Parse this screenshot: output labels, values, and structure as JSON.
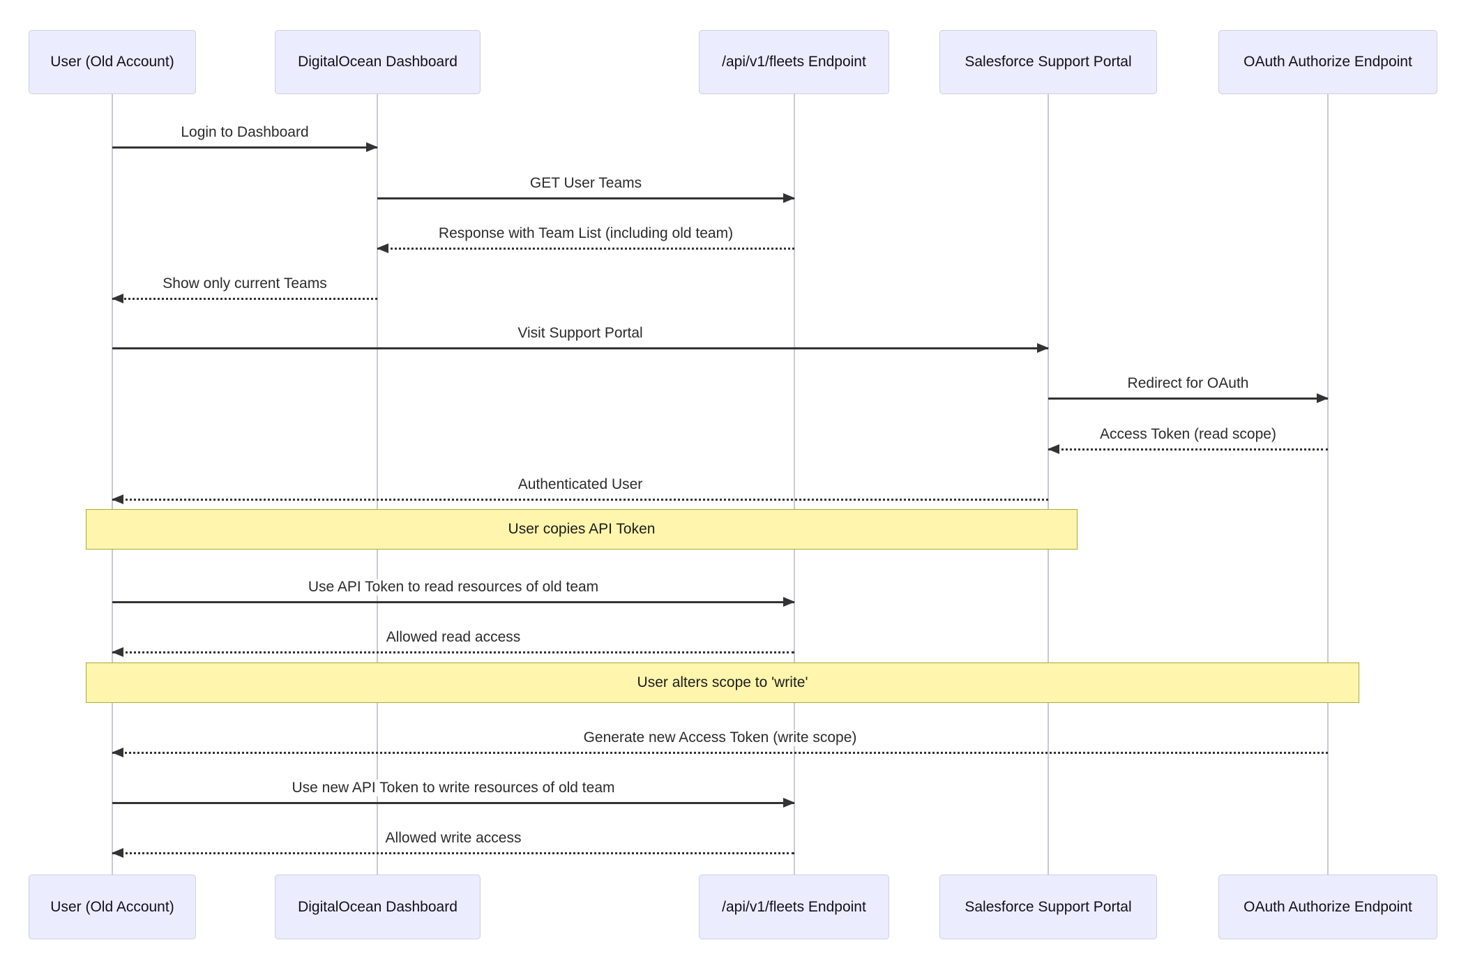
{
  "diagram_type": "sequence-diagram",
  "colors": {
    "actor_fill": "#ECECFF",
    "actor_border": "#CFCFE3",
    "note_fill": "#FFF5AD",
    "note_border": "#AAAA33",
    "arrow": "#333333",
    "lifeline": "#C9C9D6",
    "background": "#FFFFFF"
  },
  "actors": [
    {
      "label": "User (Old Account)"
    },
    {
      "label": "DigitalOcean Dashboard"
    },
    {
      "label": "/api/v1/fleets Endpoint"
    },
    {
      "label": "Salesforce Support Portal"
    },
    {
      "label": "OAuth Authorize Endpoint"
    }
  ],
  "messages": [
    {
      "text": "Login to Dashboard",
      "from": "User (Old Account)",
      "to": "DigitalOcean Dashboard",
      "style": "solid"
    },
    {
      "text": "GET User Teams",
      "from": "DigitalOcean Dashboard",
      "to": "/api/v1/fleets Endpoint",
      "style": "solid"
    },
    {
      "text": "Response with Team List (including old team)",
      "from": "/api/v1/fleets Endpoint",
      "to": "DigitalOcean Dashboard",
      "style": "dotted"
    },
    {
      "text": "Show only current Teams",
      "from": "DigitalOcean Dashboard",
      "to": "User (Old Account)",
      "style": "dotted"
    },
    {
      "text": "Visit Support Portal",
      "from": "User (Old Account)",
      "to": "Salesforce Support Portal",
      "style": "solid"
    },
    {
      "text": "Redirect for OAuth",
      "from": "Salesforce Support Portal",
      "to": "OAuth Authorize Endpoint",
      "style": "solid"
    },
    {
      "text": "Access Token (read scope)",
      "from": "OAuth Authorize Endpoint",
      "to": "Salesforce Support Portal",
      "style": "dotted"
    },
    {
      "text": "Authenticated User",
      "from": "Salesforce Support Portal",
      "to": "User (Old Account)",
      "style": "dotted"
    },
    {
      "text": "Use API Token to read resources of old team",
      "from": "User (Old Account)",
      "to": "/api/v1/fleets Endpoint",
      "style": "solid"
    },
    {
      "text": "Allowed read access",
      "from": "/api/v1/fleets Endpoint",
      "to": "User (Old Account)",
      "style": "dotted"
    },
    {
      "text": "Generate new Access Token (write scope)",
      "from": "OAuth Authorize Endpoint",
      "to": "User (Old Account)",
      "style": "dotted"
    },
    {
      "text": "Use new API Token to write resources of old team",
      "from": "User (Old Account)",
      "to": "/api/v1/fleets Endpoint",
      "style": "solid"
    },
    {
      "text": "Allowed write access",
      "from": "/api/v1/fleets Endpoint",
      "to": "User (Old Account)",
      "style": "dotted"
    }
  ],
  "notes": [
    {
      "text": "User copies API Token",
      "over": "User (Old Account) to Salesforce Support Portal"
    },
    {
      "text": "User alters scope to 'write'",
      "over": "User (Old Account) to OAuth Authorize Endpoint"
    }
  ]
}
